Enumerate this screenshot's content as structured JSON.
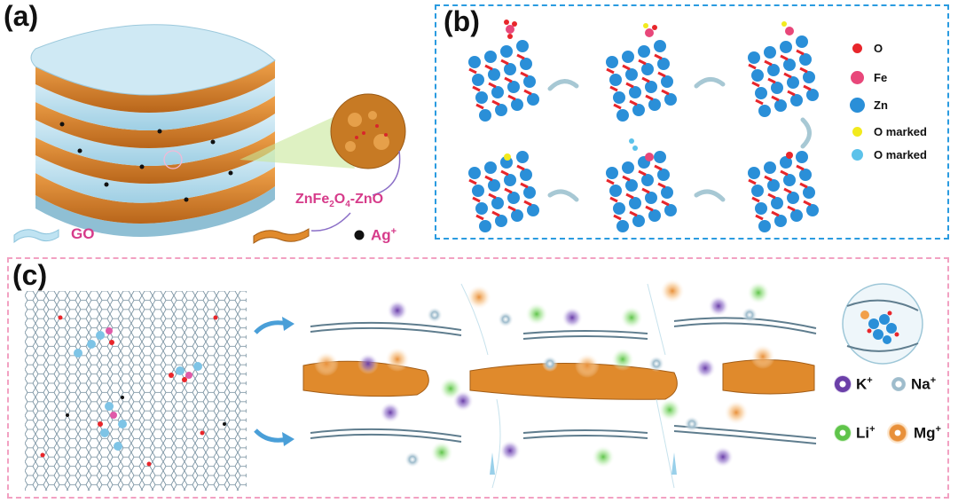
{
  "panels": {
    "a": {
      "label": "(a)",
      "go_label": "GO",
      "composite_label": "ZnFe2O4-ZnO",
      "composite_main": "ZnFe",
      "composite_sub1": "2",
      "composite_mid": "O",
      "composite_sub2": "4",
      "composite_tail": "-ZnO",
      "ag_label": "Ag",
      "ag_sup": "+"
    },
    "b": {
      "label": "(b)"
    },
    "c": {
      "label": "(c)"
    }
  },
  "legend_b": [
    {
      "label": "O",
      "color": "#e8262b"
    },
    {
      "label": "Fe",
      "color": "#e8477a"
    },
    {
      "label": "Zn",
      "color": "#2a8fd8"
    },
    {
      "label": "O marked",
      "color": "#f2ea1d"
    },
    {
      "label": "O marked",
      "color": "#5cc2ea"
    }
  ],
  "legend_c": [
    {
      "label": "K",
      "sup": "+",
      "color": "#6b3fa8"
    },
    {
      "label": "Na",
      "sup": "+",
      "color": "#c9dbe8"
    },
    {
      "label": "Li",
      "sup": "+",
      "color": "#5fc44a"
    },
    {
      "label": "Mg",
      "sup": "+",
      "color": "#f2a04a"
    }
  ],
  "colors": {
    "panel_b_border": "#2a9be0",
    "panel_c_border": "#f2a1c2",
    "graphene": "#a8d8ec",
    "ferrite": "#e08a2c",
    "accent_pink": "#d63b8a"
  }
}
